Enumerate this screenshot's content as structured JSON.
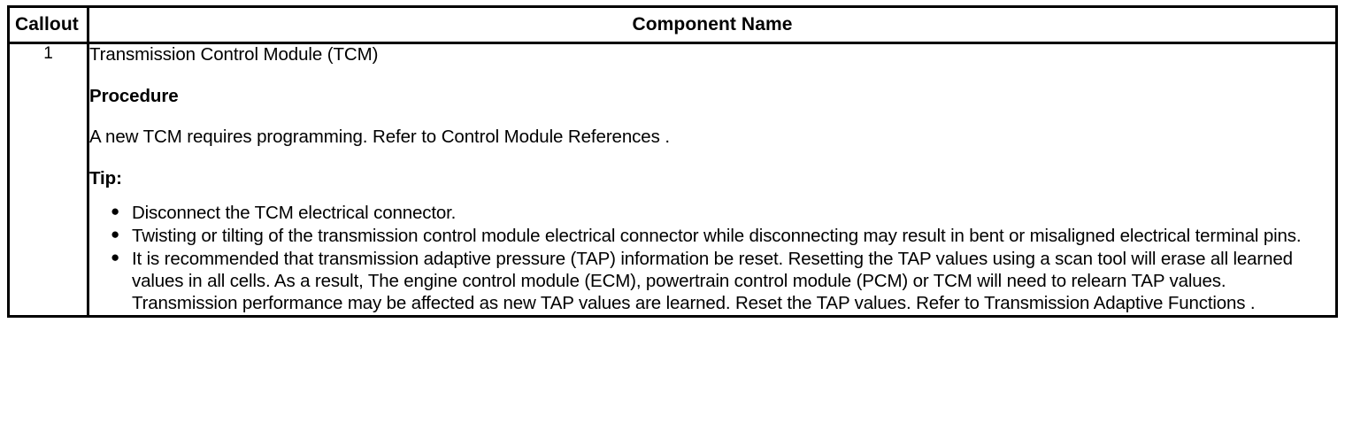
{
  "table": {
    "headers": {
      "callout": "Callout",
      "component_name": "Component Name"
    },
    "rows": [
      {
        "callout": "1",
        "component": {
          "title": "Transmission Control Module (TCM)",
          "procedure_heading": "Procedure",
          "procedure_text": "A new TCM requires programming. Refer to Control Module References .",
          "tip_heading": "Tip:",
          "tip_items": [
            "Disconnect the TCM electrical connector.",
            "Twisting or tilting of the transmission control module electrical connector while disconnecting may result in bent or misaligned electrical terminal pins.",
            "It is recommended that transmission adaptive pressure (TAP) information be reset. Resetting the TAP values using a scan tool will erase all learned values in all cells. As a result, The engine control module (ECM), powertrain control module (PCM) or TCM will need to relearn TAP values. Transmission performance may be affected as new TAP values are learned. Reset the TAP values. Refer to Transmission Adaptive Functions ."
          ],
          "bullet_glyph": "●"
        }
      }
    ]
  }
}
